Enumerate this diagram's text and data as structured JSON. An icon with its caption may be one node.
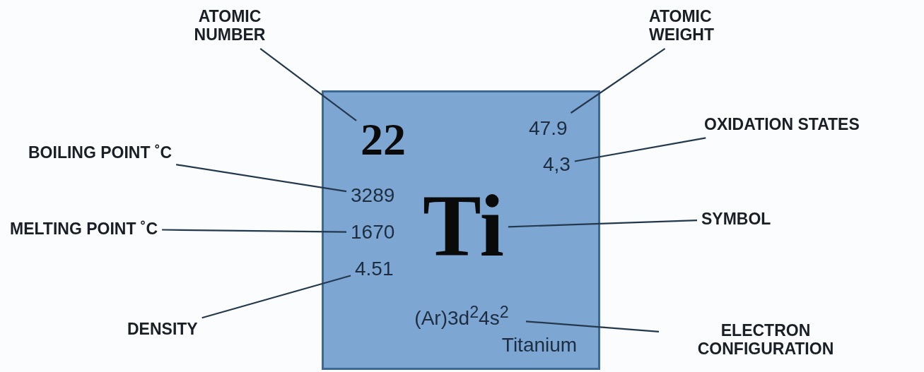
{
  "diagram": {
    "nodes": [
      {
        "text": [
          "ATOMIC NUMBER"
        ]
      },
      {
        "text": [
          "ATOMIC WEIGHT"
        ]
      },
      {
        "text": [
          "OXIDATION STATES"
        ]
      },
      {
        "text": [
          "BOILING POINT ˚C"
        ]
      },
      {
        "text": [
          "MELTING POINT ˚C"
        ]
      },
      {
        "text": [
          "SYMBOL"
        ]
      },
      {
        "text": [
          "DENSITY"
        ]
      },
      {
        "text": [
          "ELECTRON CONFIGURATION"
        ]
      },
      {
        "text": [],
        "shape": "box"
      },
      {
        "text": [
          "22"
        ],
        "in": 8
      },
      {
        "text": [
          "47.9"
        ],
        "in": 8
      },
      {
        "text": [
          "4,3"
        ],
        "in": 8
      },
      {
        "text": [
          "3289"
        ],
        "in": 8
      },
      {
        "text": [
          "Ti"
        ],
        "in": 8
      },
      {
        "text": [
          "1670"
        ],
        "in": 8
      },
      {
        "text": [
          "4.51"
        ],
        "in": 8
      },
      {
        "text": [
          "(Ar)3d$^{2}$4s$^{2}$"
        ],
        "in": 8
      }
    ],
    "edges": [
      {
        "from": 0,
        "to": 9,
        "arrow": "none"
      },
      {
        "from": 1,
        "to": 10,
        "arrow": "none"
      },
      {
        "from": 2,
        "to": 11,
        "arrow": "none"
      },
      {
        "from": 3,
        "to": 12,
        "arrow": "none"
      },
      {
        "from": 4,
        "to": 14,
        "arrow": "none"
      },
      {
        "from": 5,
        "to": 13,
        "arrow": "none"
      },
      {
        "from": 6,
        "to": 15,
        "arrow": "none"
      },
      {
        "from": 7,
        "to": 16,
        "arrow": "none"
      }
    ],
    "labels": [
      "Titanium"
    ]
  }
}
